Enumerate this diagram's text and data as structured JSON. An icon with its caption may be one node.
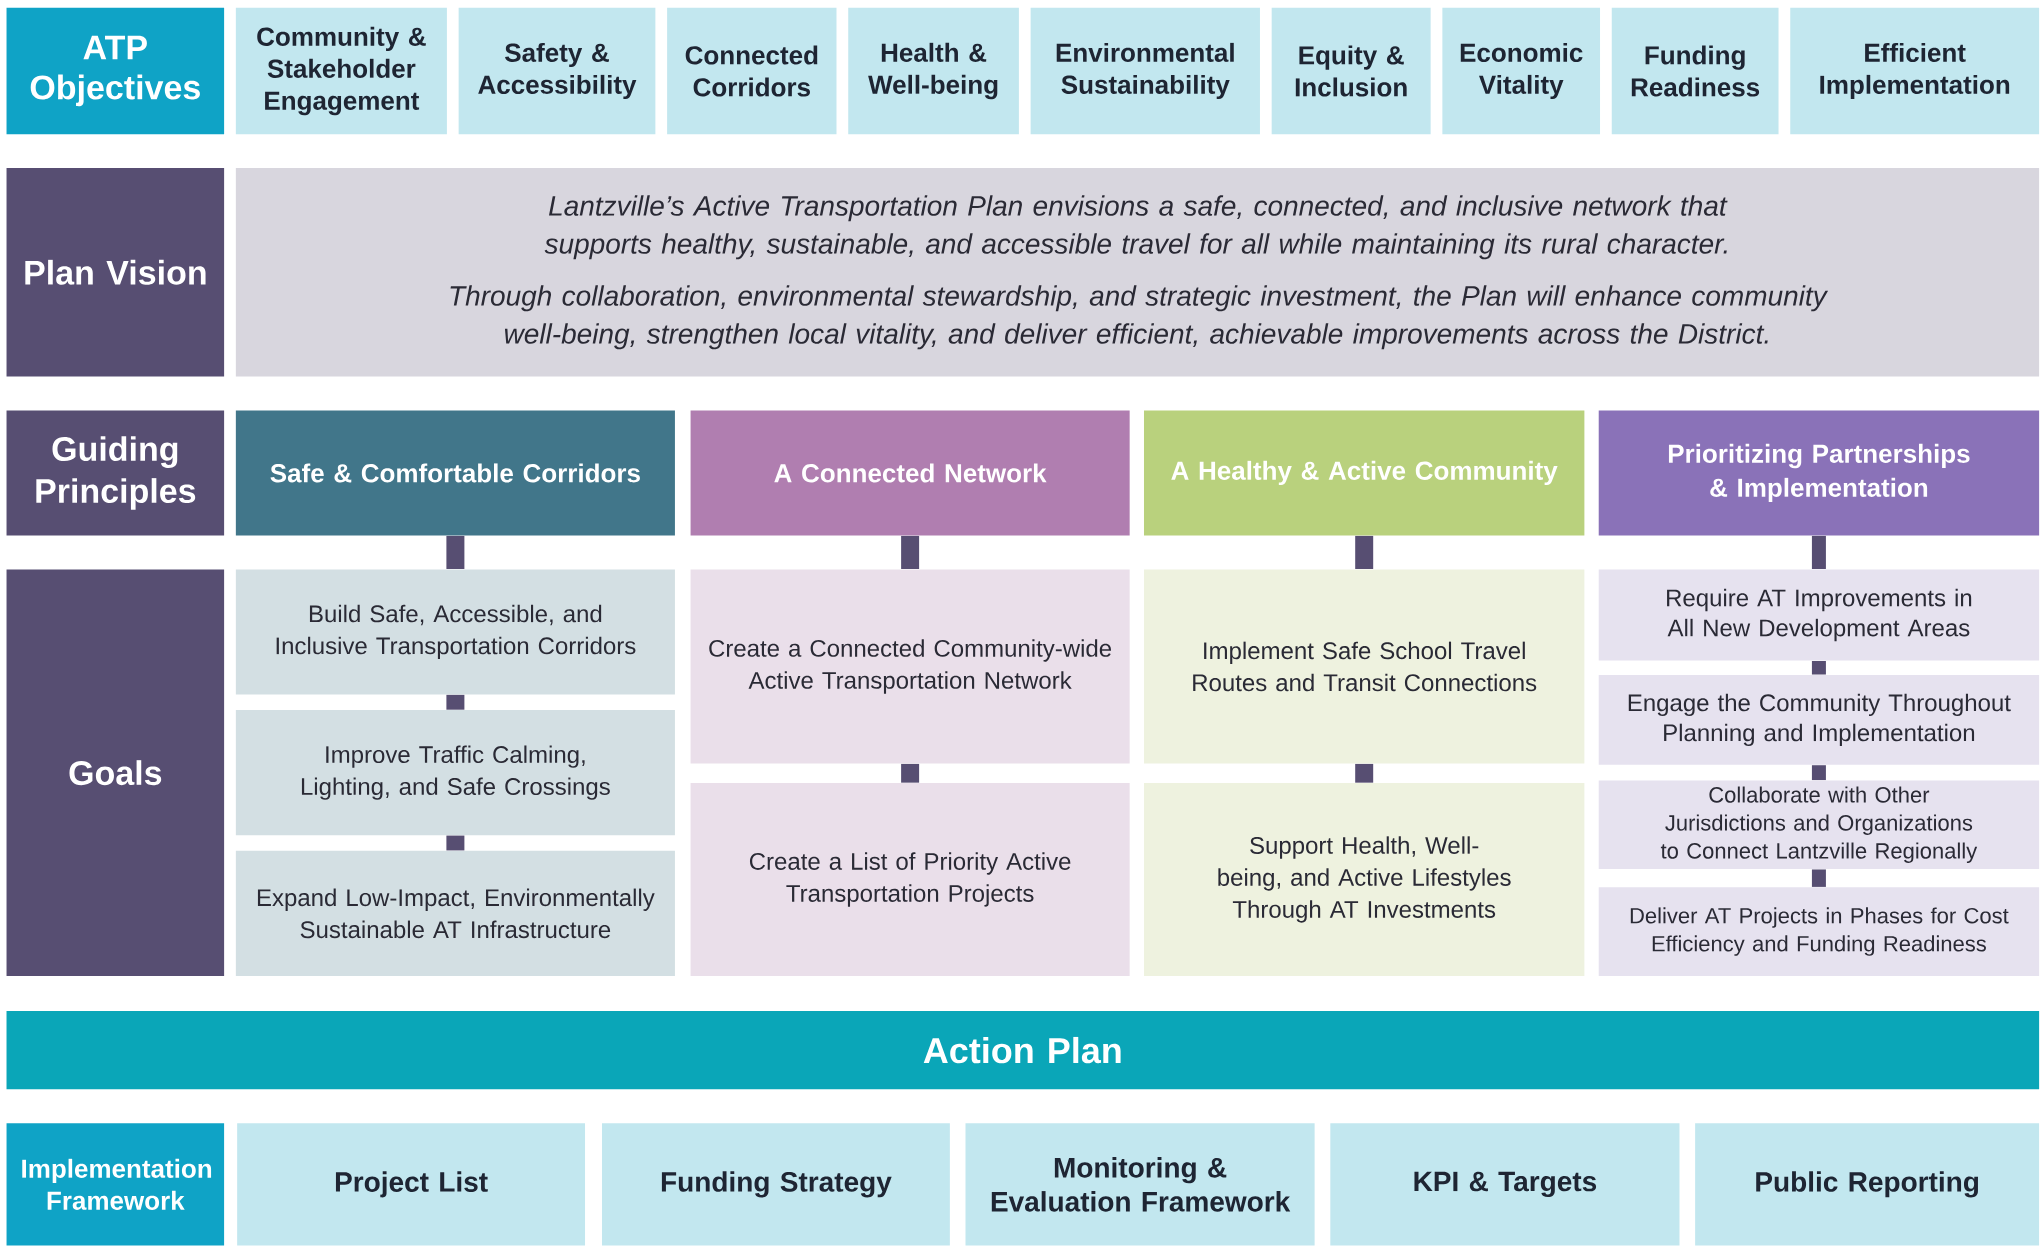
{
  "diagram": {
    "nodes": [
      {
        "text": [
          "ATP Objectives"
        ]
      },
      {
        "text": [
          "Community & Stakeholder Engagement"
        ]
      },
      {
        "text": [
          "Safety & Accessibility"
        ]
      },
      {
        "text": [
          "Connected Corridors"
        ]
      },
      {
        "text": [
          "Health & Well-being"
        ]
      },
      {
        "text": [
          "Environmental Sustainability"
        ]
      },
      {
        "text": [
          "Equity & Inclusion"
        ]
      },
      {
        "text": [
          "Economic Vitality"
        ]
      },
      {
        "text": [
          "Funding Readiness"
        ]
      },
      {
        "text": [
          "Efficient Implementation"
        ]
      },
      {
        "text": [
          "Plan Vision"
        ]
      },
      {
        "text": [
          "Lantzville’s Active Transportation Plan envisions a safe, connected, and inclusive network that supports healthy, sustainable, and accessible travel for all while maintaining its rural character.",
          "Through collaboration, environmental stewardship, and strategic investment, the Plan will enhance community well-being, strengthen local vitality, and deliver efficient, achievable improvements across the District."
        ]
      },
      {
        "text": [
          "Guiding Principles"
        ]
      },
      {
        "text": [
          "Safe & Comfortable Corridors"
        ]
      },
      {
        "text": [
          "A Connected Network"
        ]
      },
      {
        "text": [
          "A Healthy & Active Community"
        ]
      },
      {
        "text": [
          "Prioritizing Partnerships & Implementation"
        ]
      },
      {
        "text": [
          "Goals"
        ]
      },
      {
        "text": [
          "Build Safe, Accessible, and Inclusive Transportation Corridors"
        ]
      },
      {
        "text": [
          "Improve Traffic Calming, Lighting, and Safe Crossings"
        ]
      },
      {
        "text": [
          "Expand Low-Impact, Environmentally Sustainable AT Infrastructure"
        ]
      },
      {
        "text": [
          "Create a Connected Community-wide Active Transportation Network"
        ]
      },
      {
        "text": [
          "Create a List of Priority Active Transportation Projects"
        ]
      },
      {
        "text": [
          "Implement Safe School Travel Routes and Transit Connections"
        ]
      },
      {
        "text": [
          "Support Health, Well-being, and Active Lifestyles Through AT Investments"
        ]
      },
      {
        "text": [
          "Require AT Improvements in All New Development Areas"
        ]
      },
      {
        "text": [
          "Engage the Community Throughout Planning and Implementation"
        ]
      },
      {
        "text": [
          "Collaborate with Other Jurisdictions and Organizations to Connect Lantzville Regionally"
        ]
      },
      {
        "text": [
          "Deliver AT Projects in Phases for Cost Efficiency and Funding Readiness"
        ]
      },
      {
        "text": [
          "Action Plan"
        ]
      },
      {
        "text": [
          "Implementation Framework"
        ]
      },
      {
        "text": [
          "Project List"
        ]
      },
      {
        "text": [
          "Funding Strategy"
        ]
      },
      {
        "text": [
          "Monitoring & Evaluation Framework"
        ]
      },
      {
        "text": [
          "KPI & Targets"
        ]
      },
      {
        "text": [
          "Public Reporting"
        ]
      }
    ],
    "edges": [
      {
        "from": 13,
        "to": 18,
        "arrow": "none"
      },
      {
        "from": 18,
        "to": 19,
        "arrow": "none"
      },
      {
        "from": 19,
        "to": 20,
        "arrow": "none"
      },
      {
        "from": 14,
        "to": 21,
        "arrow": "none"
      },
      {
        "from": 21,
        "to": 22,
        "arrow": "none"
      },
      {
        "from": 15,
        "to": 23,
        "arrow": "none"
      },
      {
        "from": 23,
        "to": 24,
        "arrow": "none"
      },
      {
        "from": 16,
        "to": 25,
        "arrow": "none"
      },
      {
        "from": 25,
        "to": 26,
        "arrow": "none"
      },
      {
        "from": 26,
        "to": 27,
        "arrow": "none"
      },
      {
        "from": 27,
        "to": 28,
        "arrow": "none"
      }
    ]
  }
}
